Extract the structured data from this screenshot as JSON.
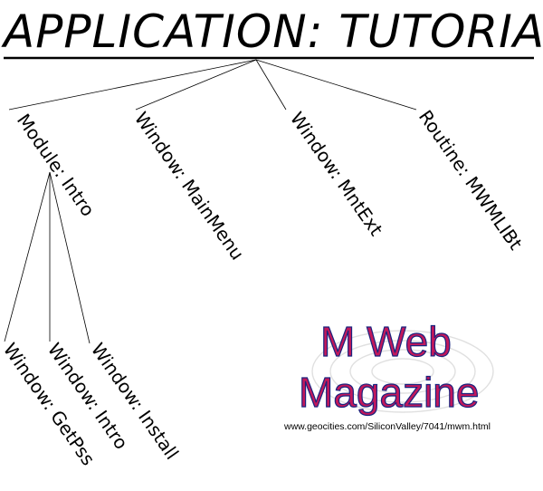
{
  "diagram": {
    "title": "APPLICATION: TUTORIAL",
    "nodes": [
      {
        "id": "module-intro",
        "label": "Module: Intro",
        "level": 1
      },
      {
        "id": "window-mainmenu",
        "label": "Window: MainMenu",
        "level": 1
      },
      {
        "id": "window-mntext",
        "label": "Window: MntExt",
        "level": 1
      },
      {
        "id": "routine-mwmlibt",
        "label": "Routine: MWMLIBt",
        "level": 1
      },
      {
        "id": "window-getpss",
        "label": "Window: GetPss",
        "level": 2,
        "parent": "module-intro"
      },
      {
        "id": "window-intro",
        "label": "Window: Intro",
        "level": 2,
        "parent": "module-intro"
      },
      {
        "id": "window-install",
        "label": "Window: Install",
        "level": 2,
        "parent": "module-intro"
      }
    ]
  },
  "logo": {
    "line1": "M Web",
    "line2": "Magazine",
    "url": "www.geocities.com/SiliconValley/7041/mwm.html",
    "colors": {
      "fill": "#c2185b",
      "outline": "#1a237e",
      "swirl": "#e0e0e0"
    }
  }
}
